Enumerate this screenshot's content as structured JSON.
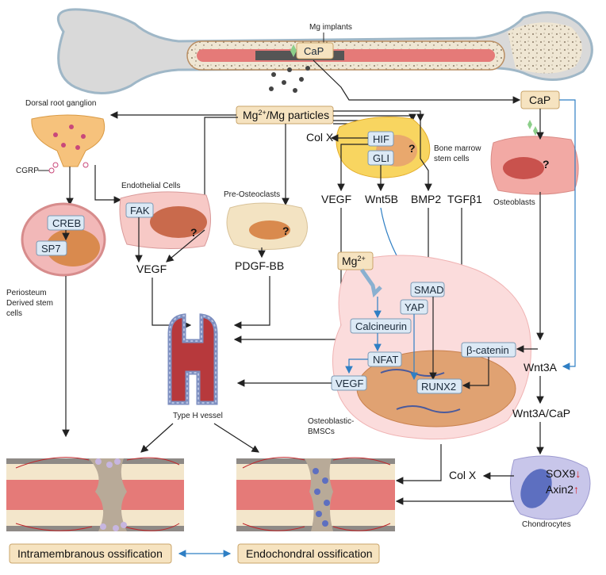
{
  "labels": {
    "mg_implants": "Mg implants",
    "cap_implant": "CaP",
    "mg_particles_prefix": "Mg",
    "mg_particles_sup": "2+",
    "mg_particles_suffix": "/Mg particles",
    "cap_right": "CaP",
    "dorsal_root_ganglion": "Dorsal root ganglion",
    "cgrp": "CGRP",
    "creb": "CREB",
    "sp7": "SP7",
    "periosteum_line1": "Periosteum",
    "periosteum_line2": "Derived stem",
    "periosteum_line3": "cells",
    "endothelial_cells": "Endothelial Cells",
    "fak": "FAK",
    "vegf_endo": "VEGF",
    "pre_osteoclasts": "Pre-Osteoclasts",
    "pdgf_bb": "PDGF-BB",
    "col_x_top": "Col X",
    "hif": "HIF",
    "gli": "GLI",
    "bmsc_line1": "Bone marrow",
    "bmsc_line2": "stem cells",
    "vegf_mid": "VEGF",
    "wnt5b": "Wnt5B",
    "bmp2": "BMP2",
    "tgfb1": "TGFβ1",
    "osteoblasts": "Osteoblasts",
    "mg2_prefix": "Mg",
    "mg2_sup": "2+",
    "yap": "YAP",
    "smad": "SMAD",
    "calcineurin": "Calcineurin",
    "nfat": "NFAT",
    "b_catenin": "β-catenin",
    "vegf_nucleus": "VEGF",
    "runx2": "RUNX2",
    "wnt3a": "Wnt3A",
    "wnt3a_cap": "Wnt3A/CaP",
    "type_h_vessel": "Type H vessel",
    "osteoblastic_line1": "Osteoblastic-",
    "osteoblastic_line2": "BMSCs",
    "col_x_bottom": "Col X",
    "sox9": "SOX9",
    "axin2": "Axin2",
    "down_arrow": "↓",
    "up_arrow": "↑",
    "chondrocytes": "Chondrocytes",
    "question": "?",
    "intramembranous": "Intramembranous ossification",
    "endochondral": "Endochondral ossification"
  },
  "colors": {
    "marrow_red": "#e57a78",
    "bone_grey": "#d9d9d9",
    "mol_box": "#dce9f5",
    "tan_box": "#f6e3c0",
    "blue_arrow": "#2f7fc4",
    "red_arrow": "#d9262a",
    "vessel_red": "#b7393c",
    "cell_pink": "#f7c9c6",
    "bmsc_yellow": "#f8d560",
    "chondro_purple": "#c8c6ea"
  }
}
